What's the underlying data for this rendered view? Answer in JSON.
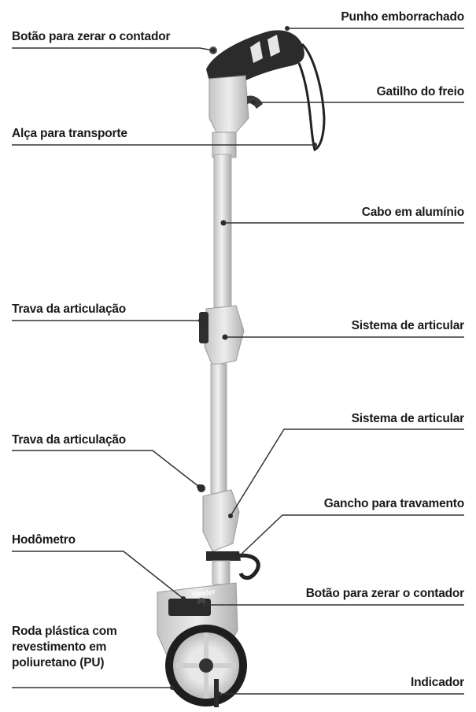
{
  "labels": {
    "punho": "Punho emborrachado",
    "botao_zerar_top": "Botão para zerar o contador",
    "gatilho": "Gatilho do freio",
    "alca": "Alça para transporte",
    "cabo": "Cabo em alumínio",
    "trava_1": "Trava da articulação",
    "sistema_1": "Sistema de articular",
    "sistema_2": "Sistema de articular",
    "trava_2": "Trava da articulação",
    "gancho": "Gancho para travamento",
    "hodometro": "Hodômetro",
    "botao_zerar_bottom": "Botão para zerar o contador",
    "roda": "Roda plástica com\nrevestimento em\npoliuretano (PU)",
    "indicador": "Indicador"
  },
  "brand_text": "Vonder",
  "colors": {
    "line": "#333333",
    "body_light": "#d9d9d9",
    "body_mid": "#bdbdbd",
    "grip_dark": "#2b2b2b",
    "wheel_dark": "#1e1e1e"
  }
}
